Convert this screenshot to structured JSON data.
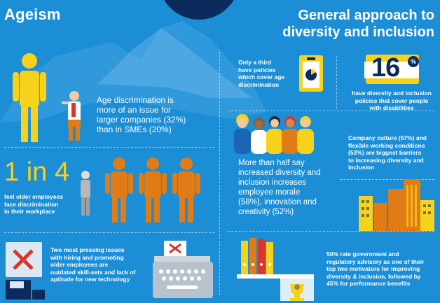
{
  "title_left": "Ageism",
  "title_right": [
    "General approach to",
    "diversity and inclusion"
  ],
  "ageism": {
    "larger_companies_text": [
      "Age discrimination is",
      "more of an issue for",
      "larger companies (32%)",
      "than in SMEs (20%)"
    ],
    "one_in_four": "1 in 4",
    "one_in_four_text": [
      "feel older employees",
      "face discrimination",
      "in their workplace"
    ],
    "pressing_issues_text": [
      "Two most pressing issues",
      "with hiring and promoting",
      "older employees are",
      "outdated skill-sets and lack of",
      "aptitude for new technology"
    ]
  },
  "inclusion": {
    "only_third_text": [
      "Only a third",
      "have policies",
      "which cover age",
      "discrimination"
    ],
    "sixteen_value": "16",
    "sixteen_suffix": "%",
    "sixteen_text": [
      "have diversity and inclusion",
      "policies that cover people",
      "with disabilities"
    ],
    "morale_text": [
      "More than half say",
      "increased diversity and",
      "inclusion increases",
      "employee morale",
      "(58%), innovation and",
      "creativity (52%)"
    ],
    "barriers_text": [
      "Company culture (57%) and",
      "flexible working conditions",
      "(53%) are biggest barriers",
      "to increasing diversity and",
      "inclusion"
    ],
    "motivators_text": [
      "50% rate government and",
      "regulatory advisory as one of their",
      "top two motivators for improving",
      "diversity & inclusion, followed by",
      "45% for performance benefits"
    ]
  },
  "colors": {
    "background": "#1b8ed6",
    "yellow": "#f6d21a",
    "orange": "#e07b16",
    "dark_navy": "#0d2a5c",
    "red": "#d9352b"
  }
}
